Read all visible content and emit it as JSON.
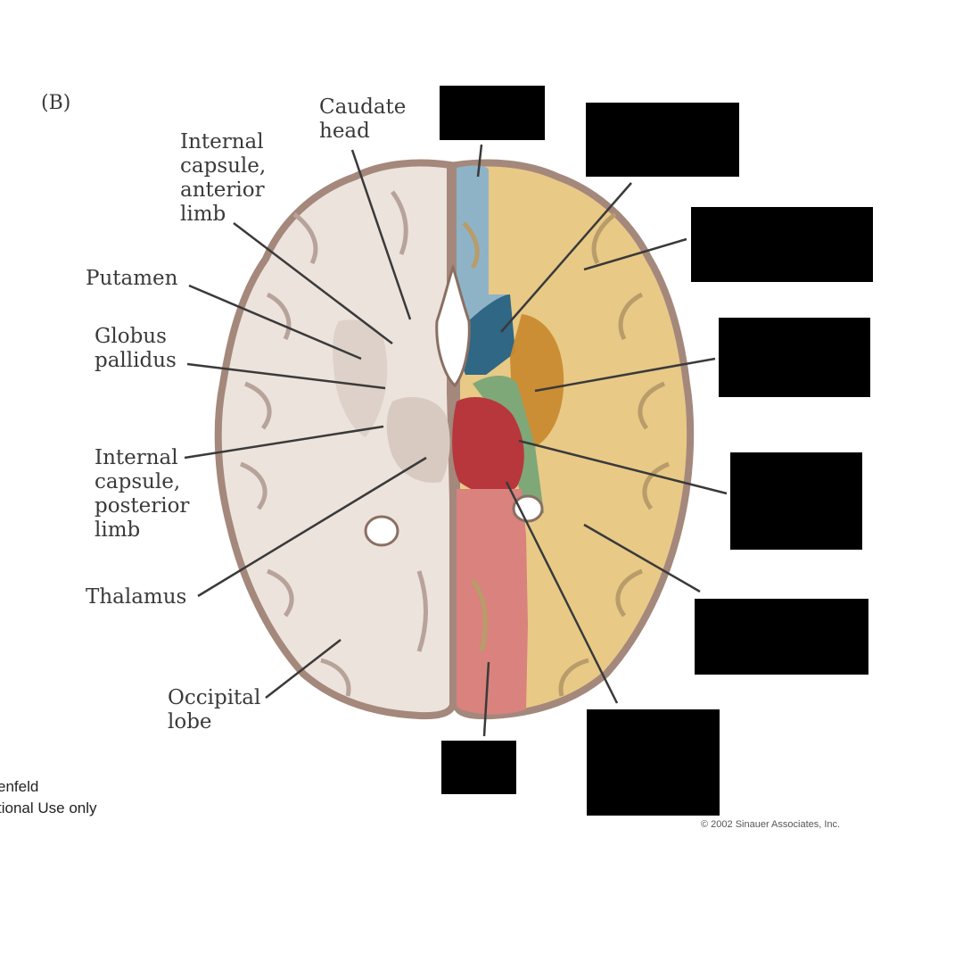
{
  "panel_letter": "(B)",
  "labels": {
    "caudate_head": "Caudate\nhead",
    "ic_anterior": "Internal\ncapsule,\nanterior\nlimb",
    "putamen": "Putamen",
    "globus_pallidus": "Globus\npallidus",
    "ic_posterior": "Internal\ncapsule,\nposterior\nlimb",
    "thalamus": "Thalamus",
    "occipital_lobe": "Occipital\nlobe"
  },
  "footer_text": "enfeld\ntional Use only",
  "copyright": "© 2002 Sinauer Associates, Inc.",
  "colors": {
    "redaction": "#000000",
    "frontal": "#8fb3c6",
    "caudate": "#2f6784",
    "cortex_yellow": "#e5c57f",
    "putamen": "#c98b2f",
    "globus": "#7fa878",
    "thalamus": "#b8373c",
    "occipital": "#d9827e",
    "tissue": "#ece3dc",
    "gray_matter": "#b7a39a"
  }
}
